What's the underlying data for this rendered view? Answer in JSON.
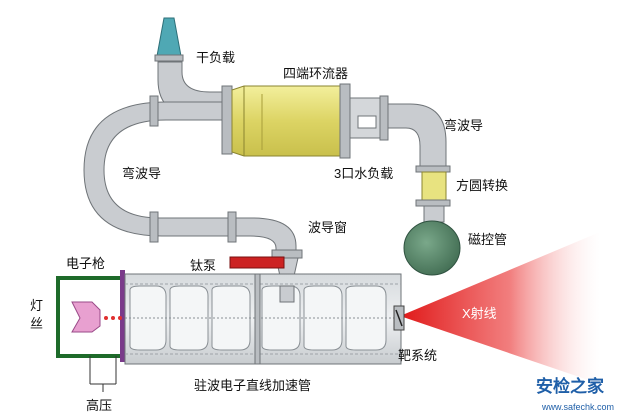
{
  "labels": {
    "dry_load": "干负载",
    "four_port_circulator": "四端环流器",
    "bend_waveguide_right": "弯波导",
    "bend_waveguide_left": "弯波导",
    "water_load": "3口水负载",
    "square_round_converter": "方圆转换",
    "magnetron": "磁控管",
    "waveguide_window": "波导窗",
    "electron_gun": "电子枪",
    "titanium_pump": "钛泵",
    "filament": "灯丝",
    "xray": "X射线",
    "target_system": "靶系统",
    "accelerator_tube": "驻波电子直线加速管",
    "high_voltage": "高压"
  },
  "watermark": {
    "text": "安检之家",
    "url": "www.safechk.com"
  },
  "colors": {
    "waveguide_fill": "#c9ccd0",
    "waveguide_stroke": "#6f7478",
    "circulator_yellow": "#e6e07a",
    "converter_yellow": "#e8e380",
    "dry_load_teal": "#4fa8b4",
    "magnetron_green": "#5f8a6e",
    "titanium_pump_red": "#cc2222",
    "gun_frame_green": "#1e6b2a",
    "cathode_pink": "#e8a0d0",
    "xray_red": "#e02020",
    "tube_purple": "#7a3a8a",
    "watermark_blue": "#1f5fa8"
  }
}
